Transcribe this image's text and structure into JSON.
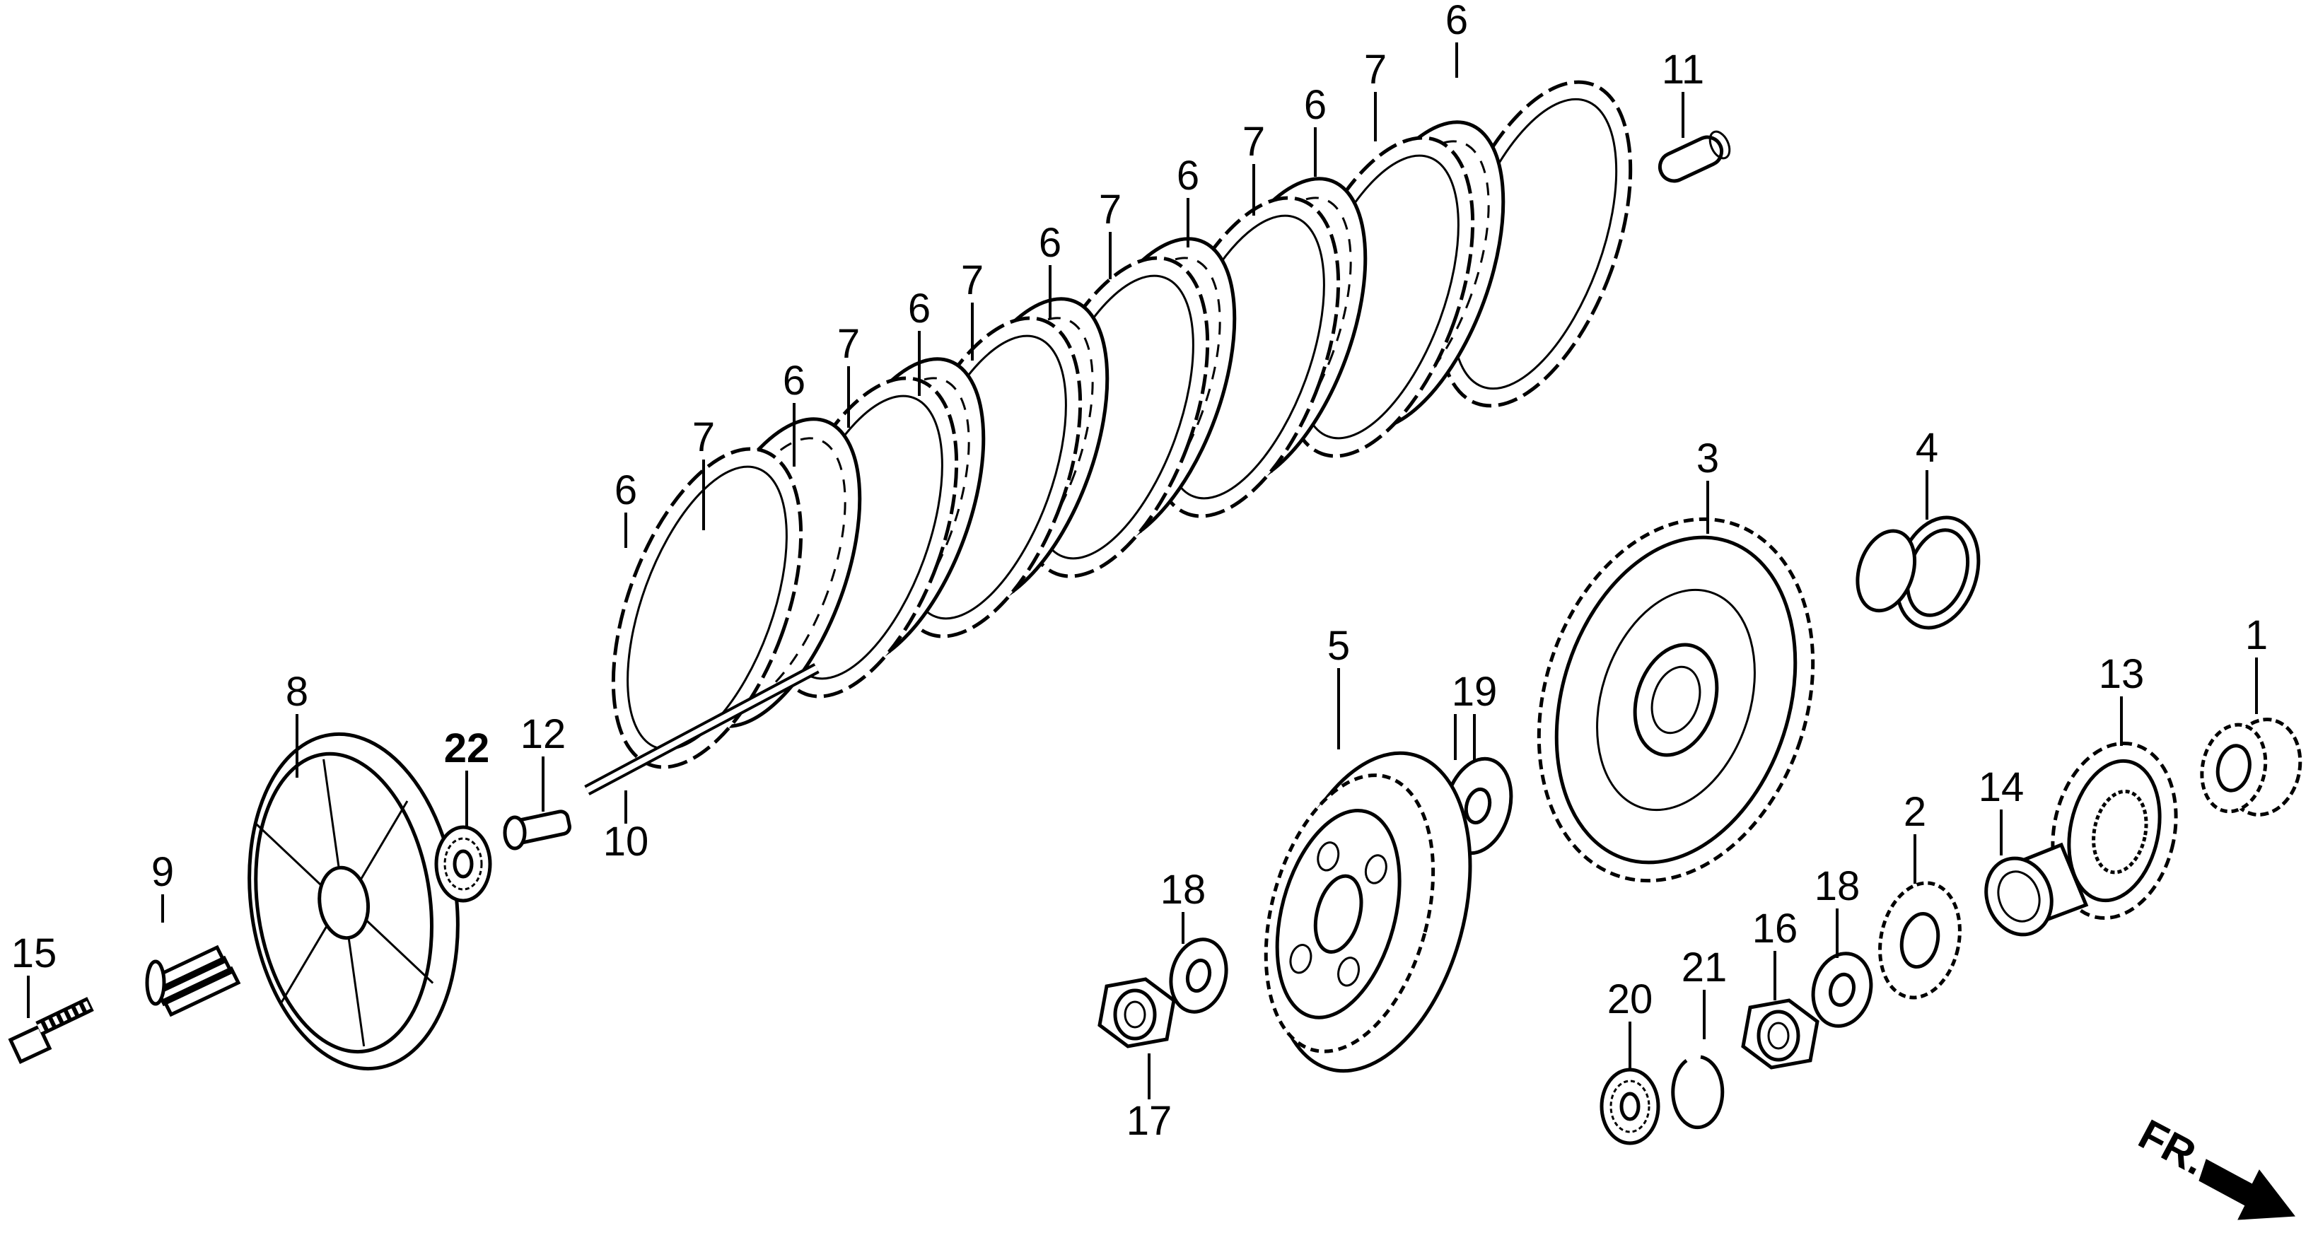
{
  "labels": {
    "p1": "1",
    "p2": "2",
    "p3": "3",
    "p4": "4",
    "p5": "5",
    "p6a": "6",
    "p6b": "6",
    "p6c": "6",
    "p6d": "6",
    "p6e": "6",
    "p6f": "6",
    "p6g": "6",
    "p7a": "7",
    "p7b": "7",
    "p7c": "7",
    "p7d": "7",
    "p7e": "7",
    "p7f": "7",
    "p8": "8",
    "p9": "9",
    "p10": "10",
    "p11": "11",
    "p12": "12",
    "p13": "13",
    "p14": "14",
    "p15": "15",
    "p16": "16",
    "p17": "17",
    "p18a": "18",
    "p18b": "18",
    "p19": "19",
    "p20": "20",
    "p21": "21",
    "p22": "22"
  },
  "direction": {
    "text": "FR.",
    "icon": "arrow-down-right-icon"
  }
}
